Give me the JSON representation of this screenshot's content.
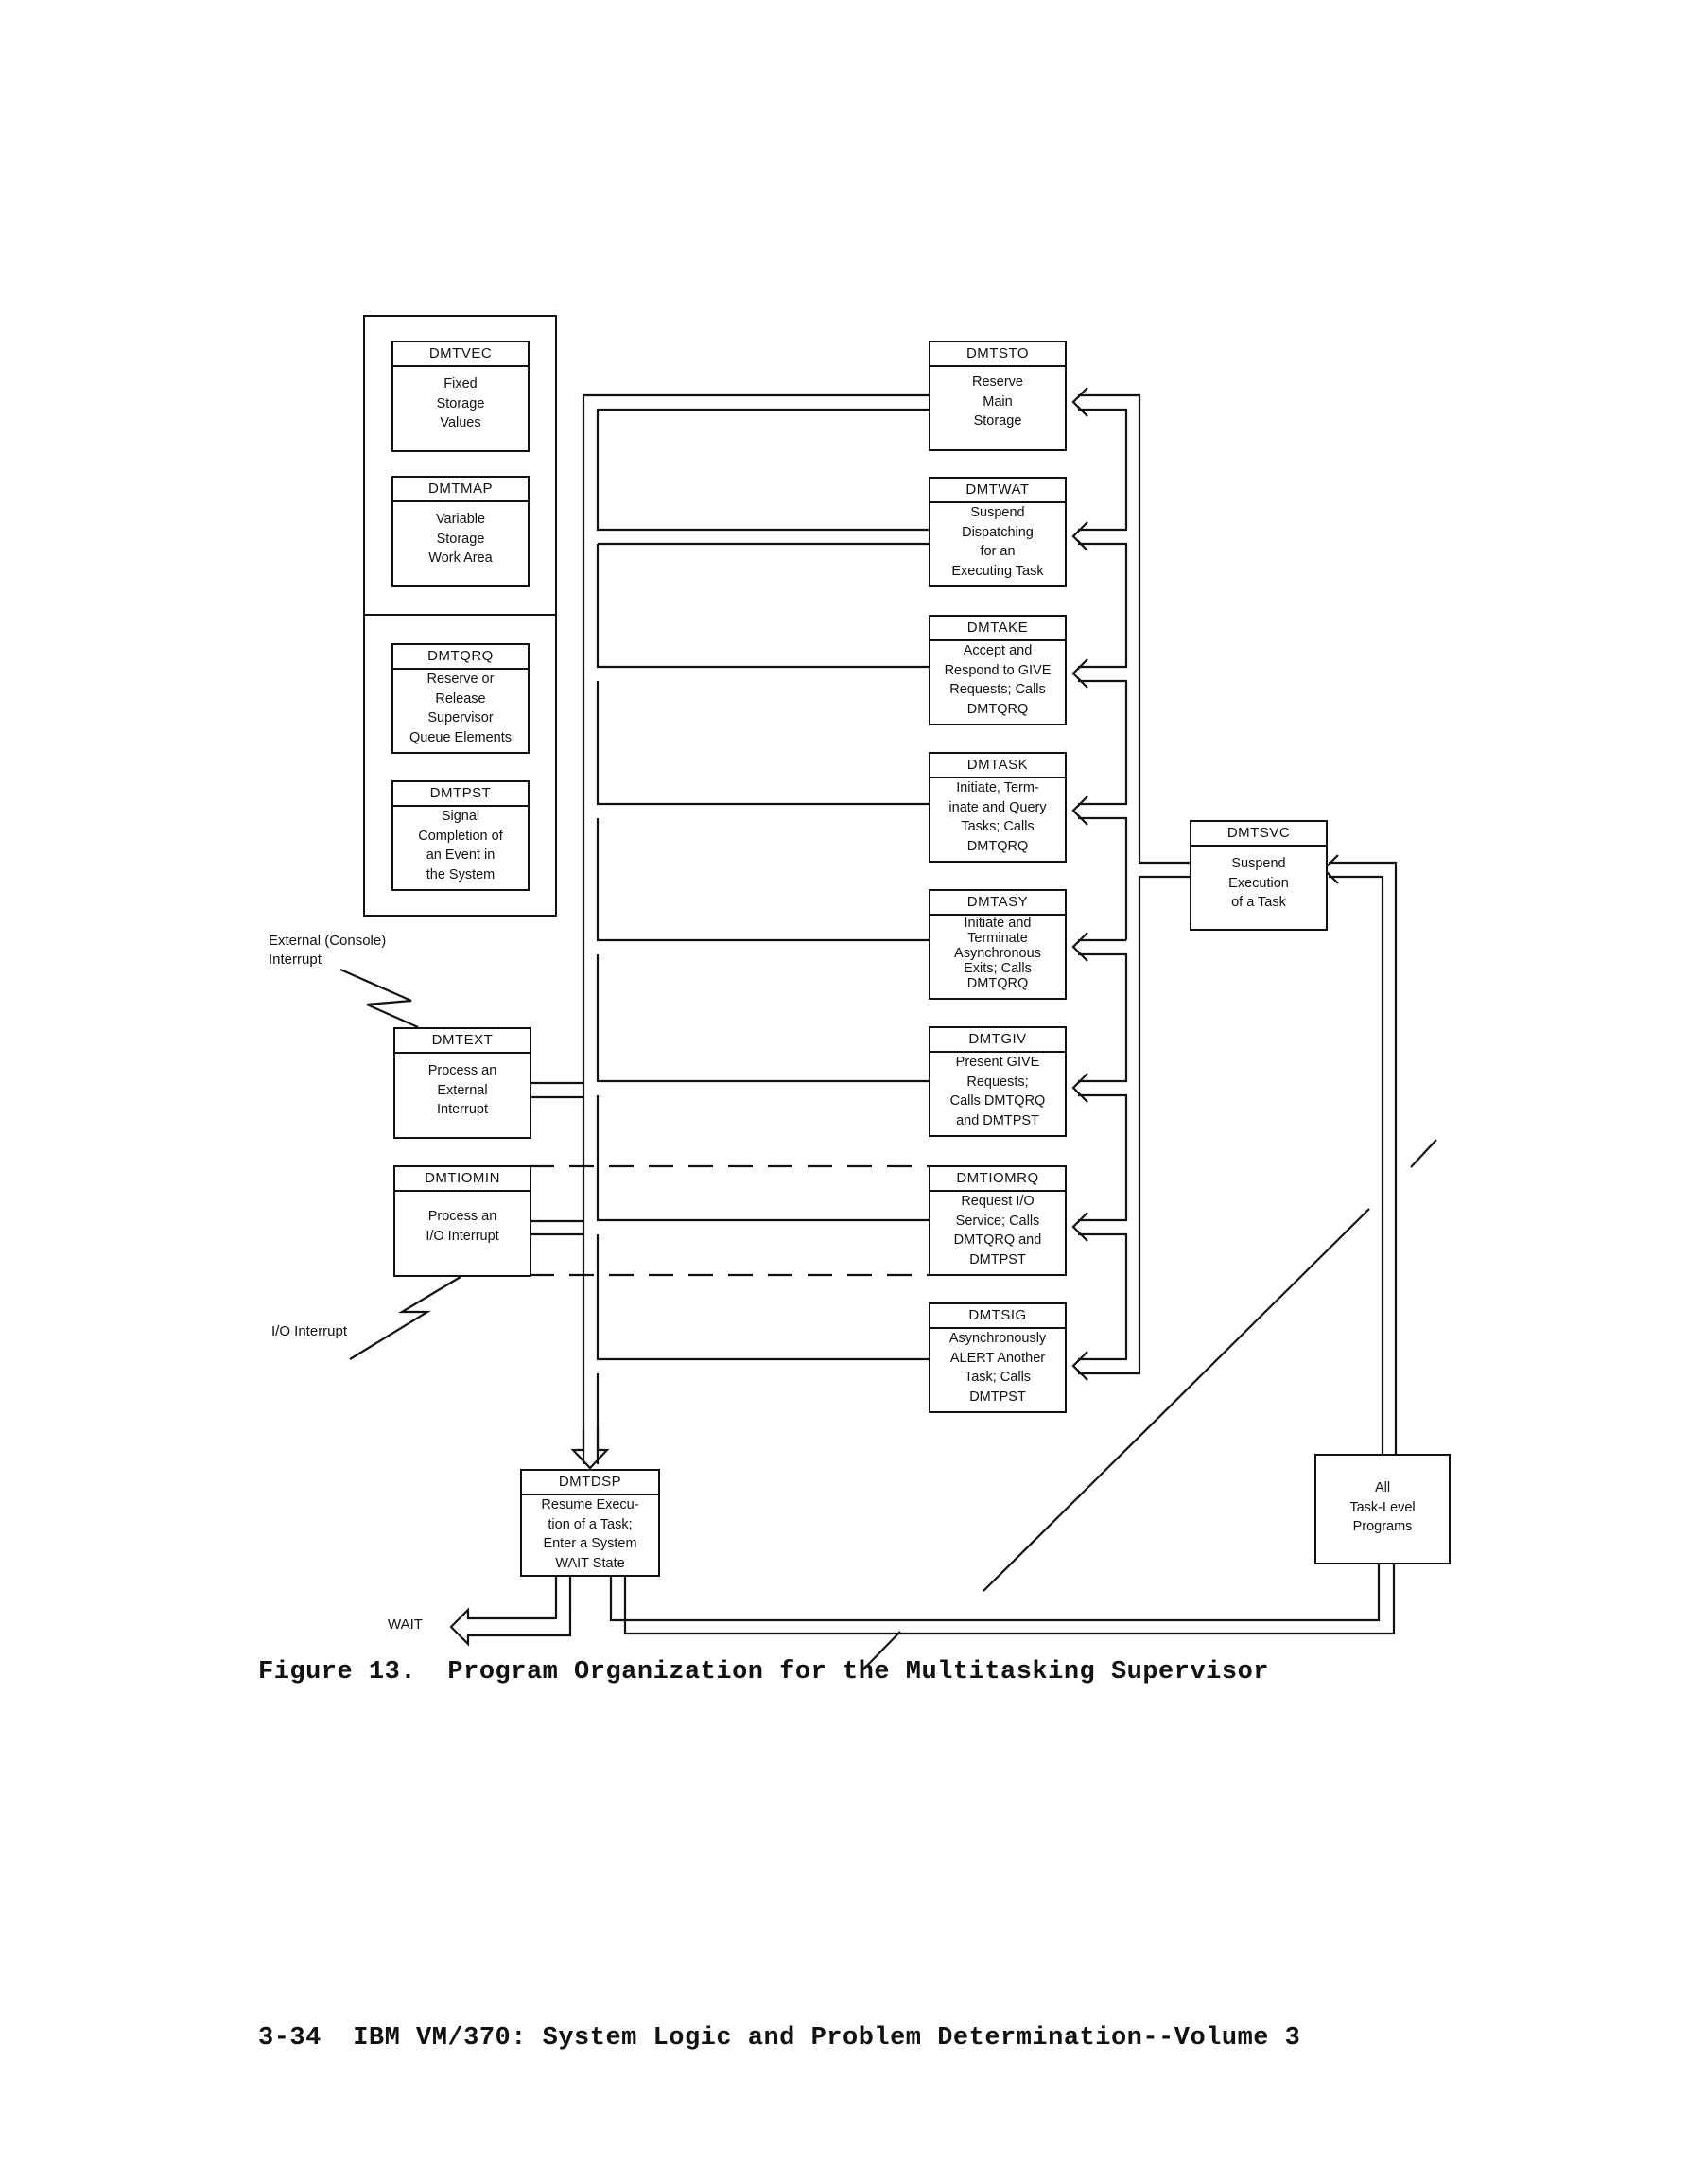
{
  "figure": {
    "caption": "Figure 13.  Program Organization for the Multitasking Supervisor",
    "footer": "3-34  IBM VM/370: System Logic and Problem Determination--Volume 3"
  },
  "left_column": {
    "group_storage": [
      {
        "name": "DMTVEC",
        "desc": "Fixed\nStorage\nValues"
      },
      {
        "name": "DMTMAP",
        "desc": "Variable\nStorage\nWork Area"
      }
    ],
    "group_services": [
      {
        "name": "DMTQRQ",
        "desc": "Reserve or\nRelease\nSupervisor\nQueue Elements"
      },
      {
        "name": "DMTPST",
        "desc": "Signal\nCompletion of\nan Event in\nthe System"
      }
    ]
  },
  "interrupt_handlers": [
    {
      "name": "DMTEXT",
      "desc": "Process an\nExternal\nInterrupt"
    },
    {
      "name": "DMTIOMIN",
      "desc": "Process an\nI/O Interrupt"
    }
  ],
  "interrupt_labels": {
    "external": "External (Console)\nInterrupt",
    "io": "I/O Interrupt"
  },
  "right_column": [
    {
      "name": "DMTSTO",
      "desc": "Reserve\nMain\nStorage"
    },
    {
      "name": "DMTWAT",
      "desc": "Suspend\nDispatching\nfor an\nExecuting Task"
    },
    {
      "name": "DMTAKE",
      "desc": "Accept and\nRespond to GIVE\nRequests; Calls\nDMTQRQ"
    },
    {
      "name": "DMTASK",
      "desc": "Initiate, Term-\ninate and Query\nTasks; Calls\nDMTQRQ"
    },
    {
      "name": "DMTASY",
      "desc": "Initiate and\nTerminate\nAsynchronous\nExits; Calls\nDMTQRQ"
    },
    {
      "name": "DMTGIV",
      "desc": "Present GIVE\nRequests;\nCalls DMTQRQ\nand DMTPST"
    },
    {
      "name": "DMTIOMRQ",
      "desc": "Request I/O\nService; Calls\nDMTQRQ and\nDMTPST"
    },
    {
      "name": "DMTSIG",
      "desc": "Asynchronously\nALERT Another\nTask; Calls\nDMTPST"
    }
  ],
  "svc": {
    "name": "DMTSVC",
    "desc": "Suspend\nExecution\nof a Task"
  },
  "dispatcher": {
    "name": "DMTDSP",
    "desc": "Resume Execu-\ntion of a Task;\nEnter a System\nWAIT State"
  },
  "task_programs": {
    "desc": "All\nTask-Level\nPrograms"
  },
  "wait_label": "WAIT"
}
